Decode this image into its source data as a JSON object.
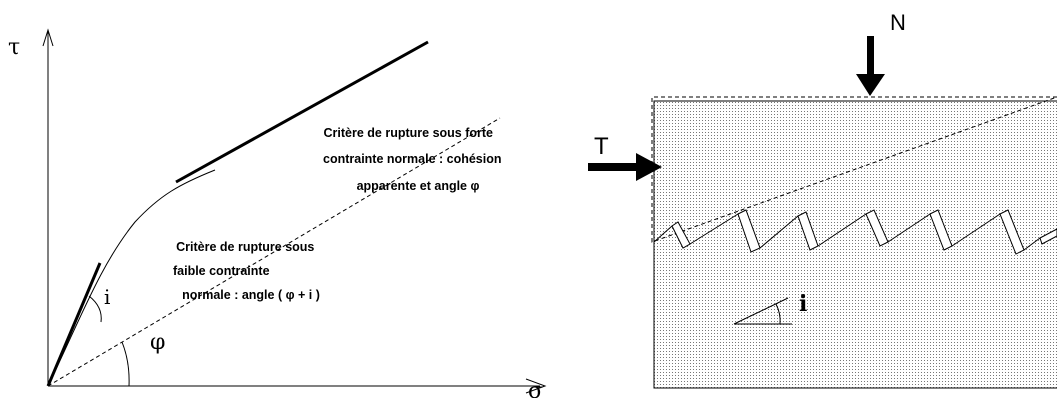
{
  "left_graph": {
    "y_axis_symbol": "τ",
    "x_axis_symbol": "σ",
    "angle_i_label": "i",
    "angle_phi_label": "φ",
    "high_stress_criterion": {
      "lines": [
        "Critère de rupture sous forte",
        "contrainte normale : cohésion",
        "apparente et angle φ"
      ]
    },
    "low_stress_criterion": {
      "lines": [
        "Critère de rupture sous",
        "faible contrainte",
        "normale : angle ( φ + i )"
      ]
    }
  },
  "right_block": {
    "normal_force_label": "N",
    "shear_force_label": "T",
    "asperity_angle_label": "i",
    "colors": {
      "stipple_dot": "#777777",
      "stroke": "#000000"
    }
  }
}
